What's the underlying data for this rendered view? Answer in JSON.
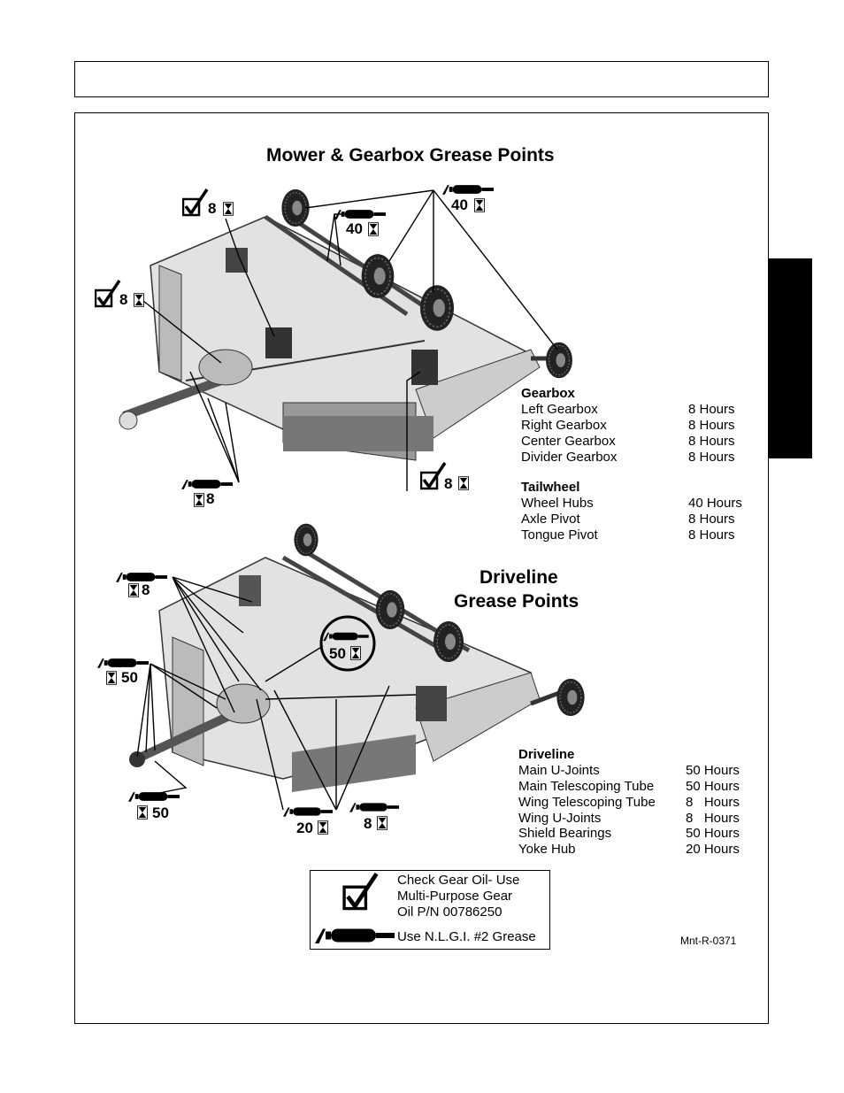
{
  "page": {
    "header_text": "",
    "section_tab_text": ""
  },
  "top_figure": {
    "title": "Mower & Gearbox Grease Points",
    "callouts": {
      "gearbox_check_top": "8",
      "gearbox_check_left": "8",
      "gearbox_check_bottom": "8",
      "tailwheel_hubs_right": "40",
      "tailwheel_hubs_left": "40",
      "pivots_grease": "8"
    },
    "gearbox_heading": "Gearbox",
    "gearbox_items": [
      {
        "name": "Left Gearbox",
        "interval": "8 Hours"
      },
      {
        "name": "Right Gearbox",
        "interval": "8 Hours"
      },
      {
        "name": "Center Gearbox",
        "interval": "8 Hours"
      },
      {
        "name": "Divider Gearbox",
        "interval": "8 Hours"
      }
    ],
    "tailwheel_heading": "Tailwheel",
    "tailwheel_items": [
      {
        "name": "Wheel Hubs",
        "interval": "40 Hours"
      },
      {
        "name": "Axle Pivot",
        "interval": "8 Hours"
      },
      {
        "name": "Tongue Pivot",
        "interval": "8 Hours"
      }
    ]
  },
  "bottom_figure": {
    "title_line1": "Driveline",
    "title_line2": "Grease Points",
    "callouts": {
      "upper_left": "8",
      "left_mid": "50",
      "lower_left": "50",
      "circled": "50",
      "bottom_a": "20",
      "bottom_b": "8"
    },
    "driveline_heading": "Driveline",
    "driveline_items": [
      {
        "name": "Main U-Joints",
        "interval": "50 Hours"
      },
      {
        "name": "Main Telescoping Tube",
        "interval": "50 Hours"
      },
      {
        "name": "Wing Telescoping Tube",
        "interval": "8   Hours"
      },
      {
        "name": "Wing U-Joints",
        "interval": "8   Hours"
      },
      {
        "name": "Shield Bearings",
        "interval": "50 Hours"
      },
      {
        "name": "Yoke Hub",
        "interval": "20 Hours"
      }
    ]
  },
  "legend": {
    "check_line1": "Check Gear Oil- Use",
    "check_line2": "Multi-Purpose Gear",
    "check_line3": "Oil P/N 00786250",
    "grease_text": "Use N.L.G.I. #2 Grease",
    "check_icon": "checkbox-check-icon",
    "grease_icon": "grease-gun-icon"
  },
  "figure_code": "Mnt-R-0371"
}
